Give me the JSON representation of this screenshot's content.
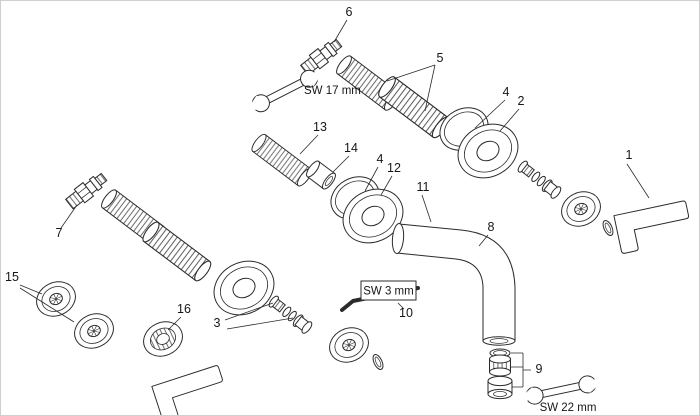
{
  "diagram": {
    "type": "exploded-parts-diagram",
    "subject": "wall-mounted basin mixer faucet parts",
    "colors": {
      "background": "#ffffff",
      "line": "#2b2b2b"
    }
  },
  "part_labels": {
    "n1": "1",
    "n2": "2",
    "n3": "3",
    "n4": "4",
    "n5": "5",
    "n6": "6",
    "n7": "7",
    "n8": "8",
    "n9": "9",
    "n10": "10",
    "n11": "11",
    "n12": "12",
    "n13": "13",
    "n14": "14",
    "n15": "15",
    "n16": "16"
  },
  "tool_labels": {
    "wrench_small": "SW 17 mm",
    "hex_key": "SW 3 mm",
    "wrench_large": "SW 22 mm"
  }
}
